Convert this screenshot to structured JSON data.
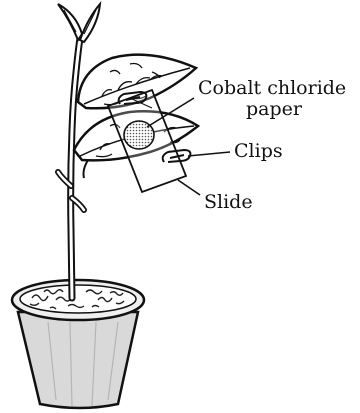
{
  "labels": {
    "cobalt_line1": "Cobalt chloride",
    "cobalt_line2": "paper",
    "clips": "Clips",
    "slide": "Slide"
  },
  "colors": {
    "ink": "#111111",
    "pot_fill": "#d9d9d9",
    "pot_rim": "#efefef",
    "soil": "#6b6b6b",
    "leaf_fill": "#ffffff",
    "paper_dot": "#555555"
  }
}
